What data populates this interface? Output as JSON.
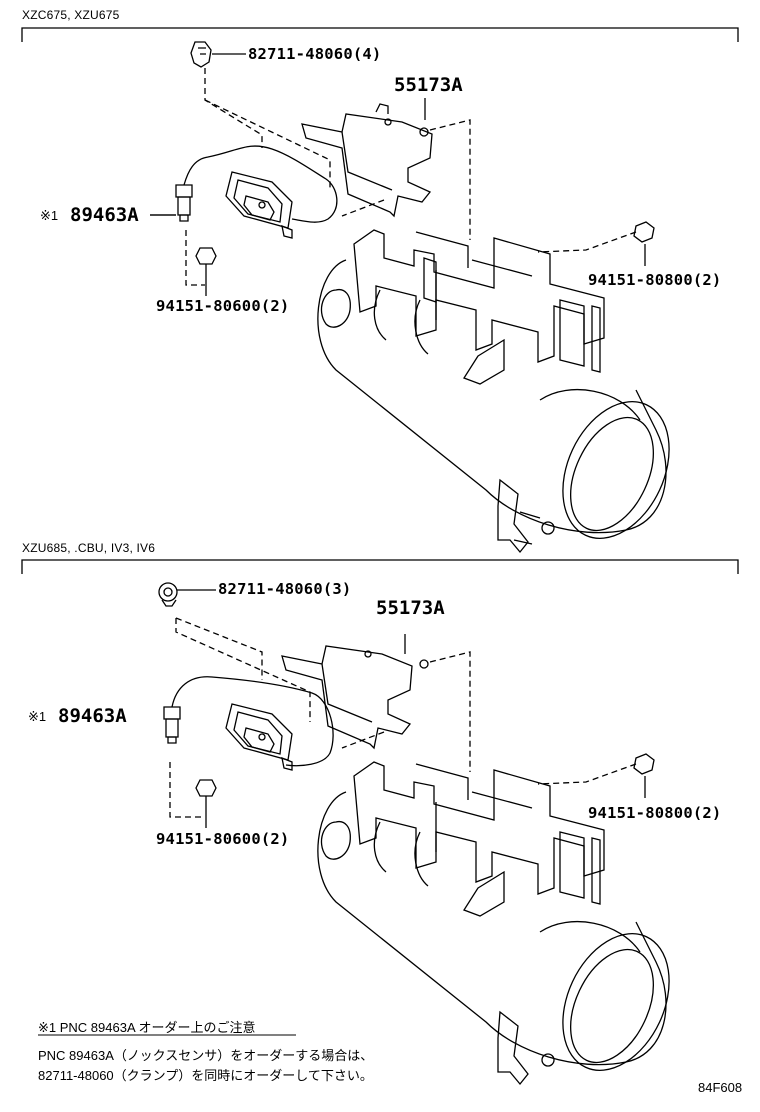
{
  "sections": [
    {
      "model": "XZC675, XZU675",
      "clamp": "82711-48060(4)",
      "bracket": "55173A",
      "sensor_mark": "※1",
      "sensor": "89463A",
      "bolt_left": "94151-80600(2)",
      "bolt_right": "94151-80800(2)"
    },
    {
      "model": "XZU685, .CBU, IV3, IV6",
      "clamp": "82711-48060(3)",
      "bracket": "55173A",
      "sensor_mark": "※1",
      "sensor": "89463A",
      "bolt_left": "94151-80600(2)",
      "bolt_right": "94151-80800(2)"
    }
  ],
  "note": {
    "title": "※1  PNC 89463A オーダー上のご注意",
    "line1": "PNC 89463A（ノックスセンサ）をオーダーする場合は、",
    "line2": "82711-48060（クランプ）を同時にオーダーして下さい。"
  },
  "figure_code": "84F608"
}
